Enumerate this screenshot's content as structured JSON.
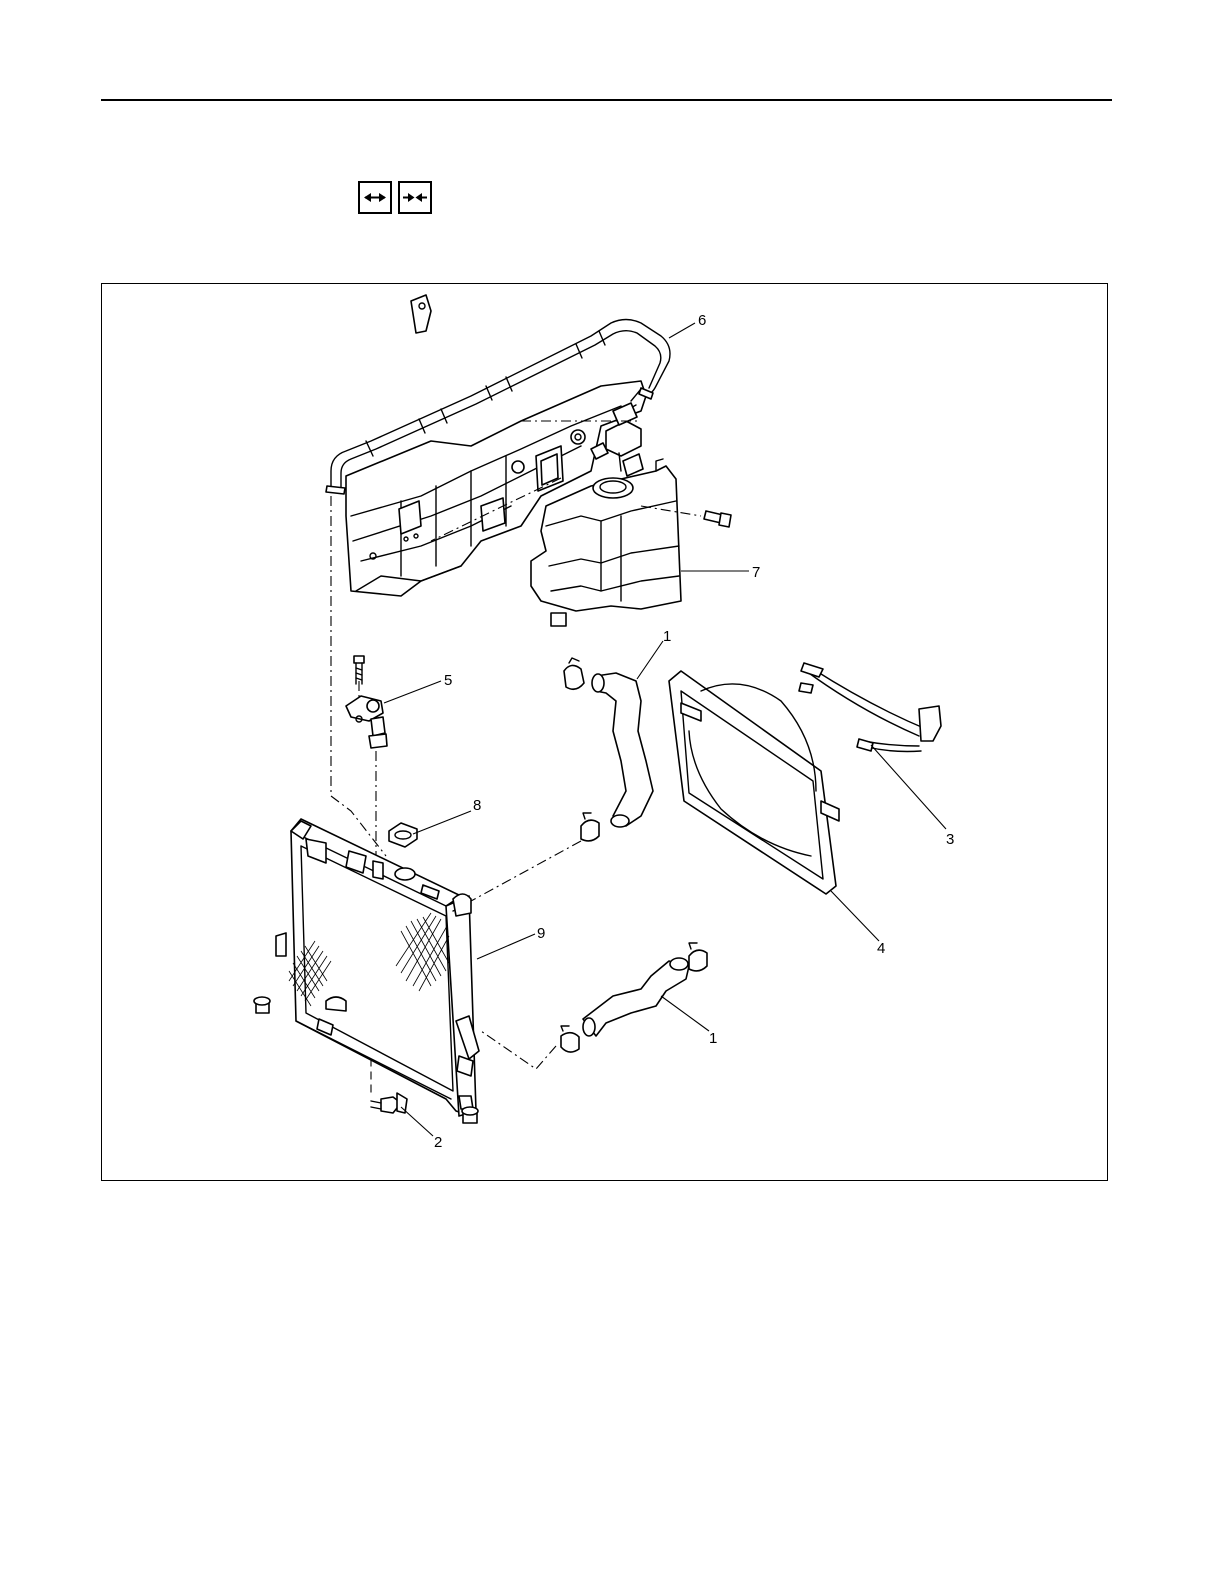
{
  "toolbar": {
    "icons": [
      {
        "name": "removal-arrows-icon",
        "symbol": "←→"
      },
      {
        "name": "installation-arrows-icon",
        "symbol": "→←"
      }
    ]
  },
  "figure": {
    "callouts": {
      "c1_upper": "1",
      "c1_lower": "1",
      "c2": "2",
      "c3": "3",
      "c4": "4",
      "c5": "5",
      "c6": "6",
      "c7": "7",
      "c8": "8",
      "c9": "9"
    }
  }
}
